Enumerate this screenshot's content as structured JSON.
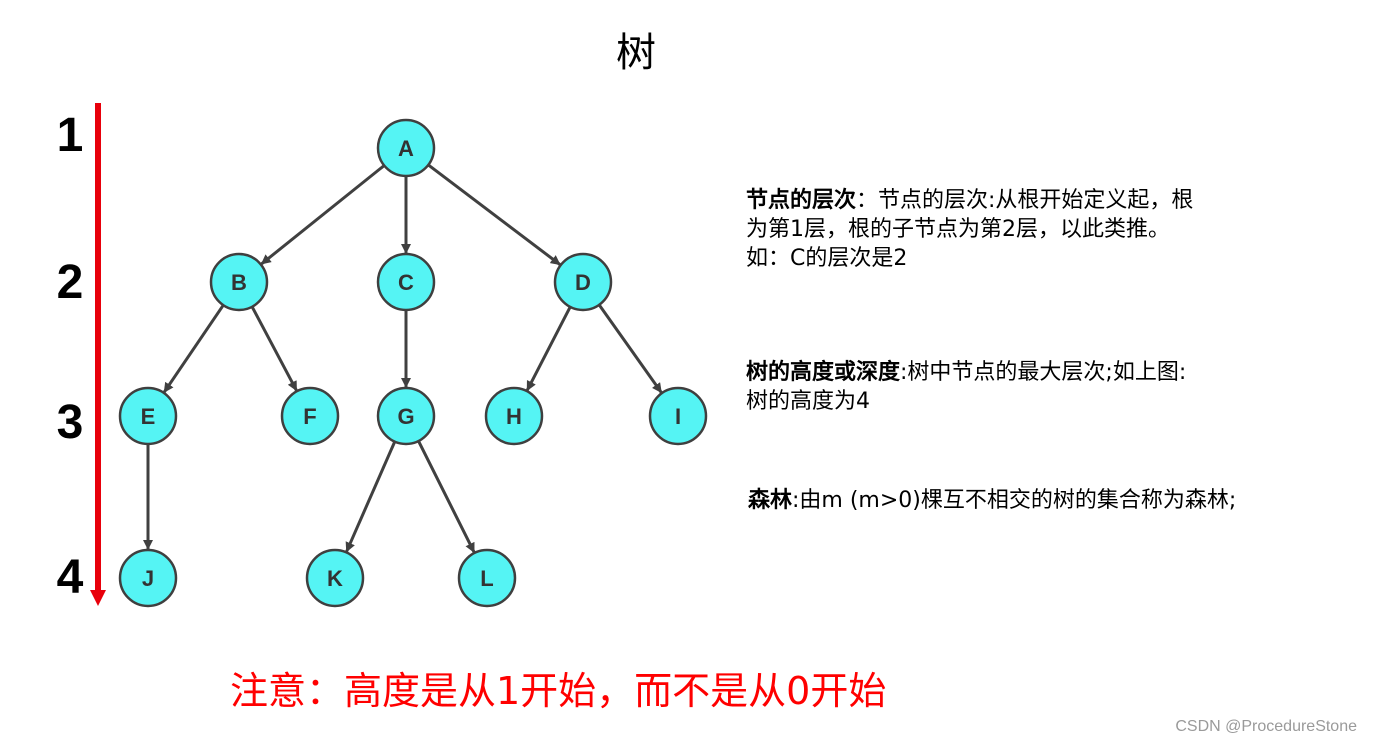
{
  "title": "树",
  "levels": [
    "1",
    "2",
    "3",
    "4"
  ],
  "tree": {
    "nodes": [
      {
        "id": "A"
      },
      {
        "id": "B"
      },
      {
        "id": "C"
      },
      {
        "id": "D"
      },
      {
        "id": "E"
      },
      {
        "id": "F"
      },
      {
        "id": "G"
      },
      {
        "id": "H"
      },
      {
        "id": "I"
      },
      {
        "id": "J"
      },
      {
        "id": "K"
      },
      {
        "id": "L"
      }
    ],
    "edges": [
      [
        "A",
        "B"
      ],
      [
        "A",
        "C"
      ],
      [
        "A",
        "D"
      ],
      [
        "B",
        "E"
      ],
      [
        "B",
        "F"
      ],
      [
        "C",
        "G"
      ],
      [
        "D",
        "H"
      ],
      [
        "D",
        "I"
      ],
      [
        "E",
        "J"
      ],
      [
        "G",
        "K"
      ],
      [
        "G",
        "L"
      ]
    ]
  },
  "descriptions": {
    "level": {
      "term": "节点的层次",
      "line1": "：节点的层次:从根开始定义起，根",
      "line2": "为第1层，根的子节点为第2层，以此类推。",
      "line3": "如：C的层次是2"
    },
    "height": {
      "term": "树的高度或深度",
      "line1": ":树中节点的最大层次;如上图:",
      "line2": "树的高度为4"
    },
    "forest": {
      "term": "森林",
      "line1": ":由m (m>0)棵互不相交的树的集合称为森林;"
    }
  },
  "note": "注意：高度是从1开始，而不是从0开始",
  "watermark": "CSDN @ProcedureStone",
  "colors": {
    "node_fill": "#55f4f4",
    "arrow_red": "#e8000b",
    "note_red": "#ff0000"
  }
}
